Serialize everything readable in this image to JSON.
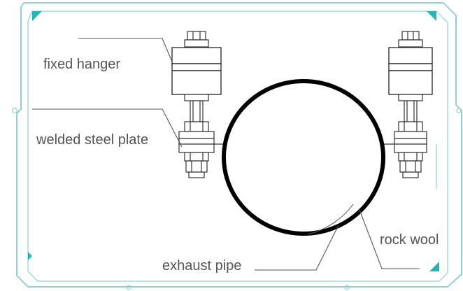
{
  "labels": {
    "fixed_hanger": "fixed hanger",
    "welded_steel_plate": "welded steel plate",
    "exhaust_pipe": "exhaust pipe",
    "rock_wool": "rock wool"
  },
  "colors": {
    "frame": "#8fd3d1",
    "frame_accent": "#22b8b8",
    "component_stroke": "#333333",
    "pipe": "#000000",
    "leader": "#555555",
    "label_text": "#555555"
  }
}
